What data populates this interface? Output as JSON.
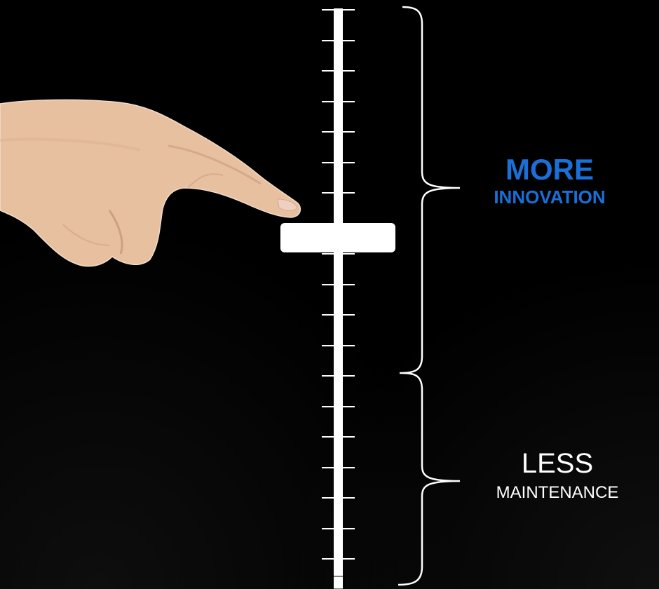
{
  "slider": {
    "level_fraction": 0.6
  },
  "upper_label": {
    "title": "MORE",
    "subtitle": "INNOVATION",
    "color": "#1a6fd8"
  },
  "lower_label": {
    "title": "LESS",
    "subtitle": "MAINTENANCE",
    "color": "#ffffff"
  },
  "icons": {
    "pointer": "hand-pointing-icon"
  }
}
